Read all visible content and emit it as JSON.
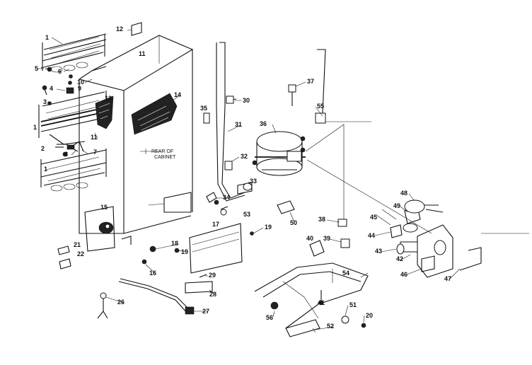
{
  "diagram": {
    "note_rear_of_cabinet": [
      "REAR OF",
      "CABINET"
    ],
    "callouts": {
      "c1a": "1",
      "c1b": "1",
      "c1c": "1",
      "c2": "2",
      "c3": "3",
      "c4": "4",
      "c5": "5",
      "c6": "6",
      "c7": "7",
      "c8": "8",
      "c9": "9",
      "c10": "10",
      "c11a": "11",
      "c11b": "11",
      "c12": "12",
      "c13": "13",
      "c14": "14",
      "c15": "15",
      "c16": "16",
      "c17": "17",
      "c18": "18",
      "c19a": "19",
      "c19b": "19",
      "c20": "20",
      "c21": "21",
      "c22": "22",
      "c26": "26",
      "c27": "27",
      "c28": "28",
      "c29": "29",
      "c30": "30",
      "c31": "31",
      "c32": "32",
      "c33": "33",
      "c34": "34",
      "c35": "35",
      "c36": "36",
      "c37": "37",
      "c38": "38",
      "c39": "39",
      "c40": "40",
      "c41": "41",
      "c42": "42",
      "c43": "43",
      "c44": "44",
      "c45": "45",
      "c46": "46",
      "c47": "47",
      "c48": "48",
      "c49": "49",
      "c50": "50",
      "c51": "51",
      "c52": "52",
      "c53": "53",
      "c54": "54",
      "c55": "55",
      "c56": "56"
    }
  }
}
